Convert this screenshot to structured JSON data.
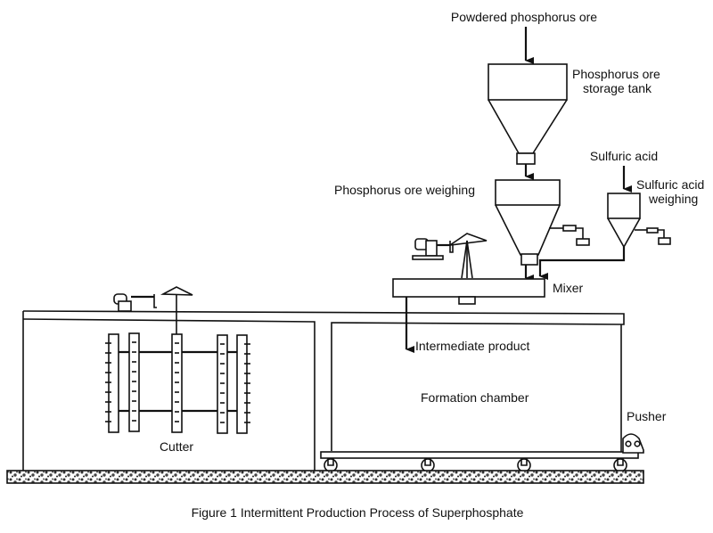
{
  "figure": {
    "caption": "Figure 1 Intermittent Production Process of Superphosphate"
  },
  "labels": {
    "powdered_ore": "Powdered phosphorus ore",
    "storage_tank_line1": "Phosphorus ore",
    "storage_tank_line2": "storage tank",
    "sulfuric_acid": "Sulfuric acid",
    "acid_weighing_line1": "Sulfuric acid",
    "acid_weighing_line2": "weighing",
    "ore_weighing": "Phosphorus ore weighing",
    "mixer": "Mixer",
    "intermediate_product": "Intermediate product",
    "formation_chamber": "Formation chamber",
    "pusher": "Pusher",
    "cutter": "Cutter"
  },
  "colors": {
    "line": "#111111",
    "background": "#ffffff",
    "floor_fill": "#8a8a8a"
  }
}
